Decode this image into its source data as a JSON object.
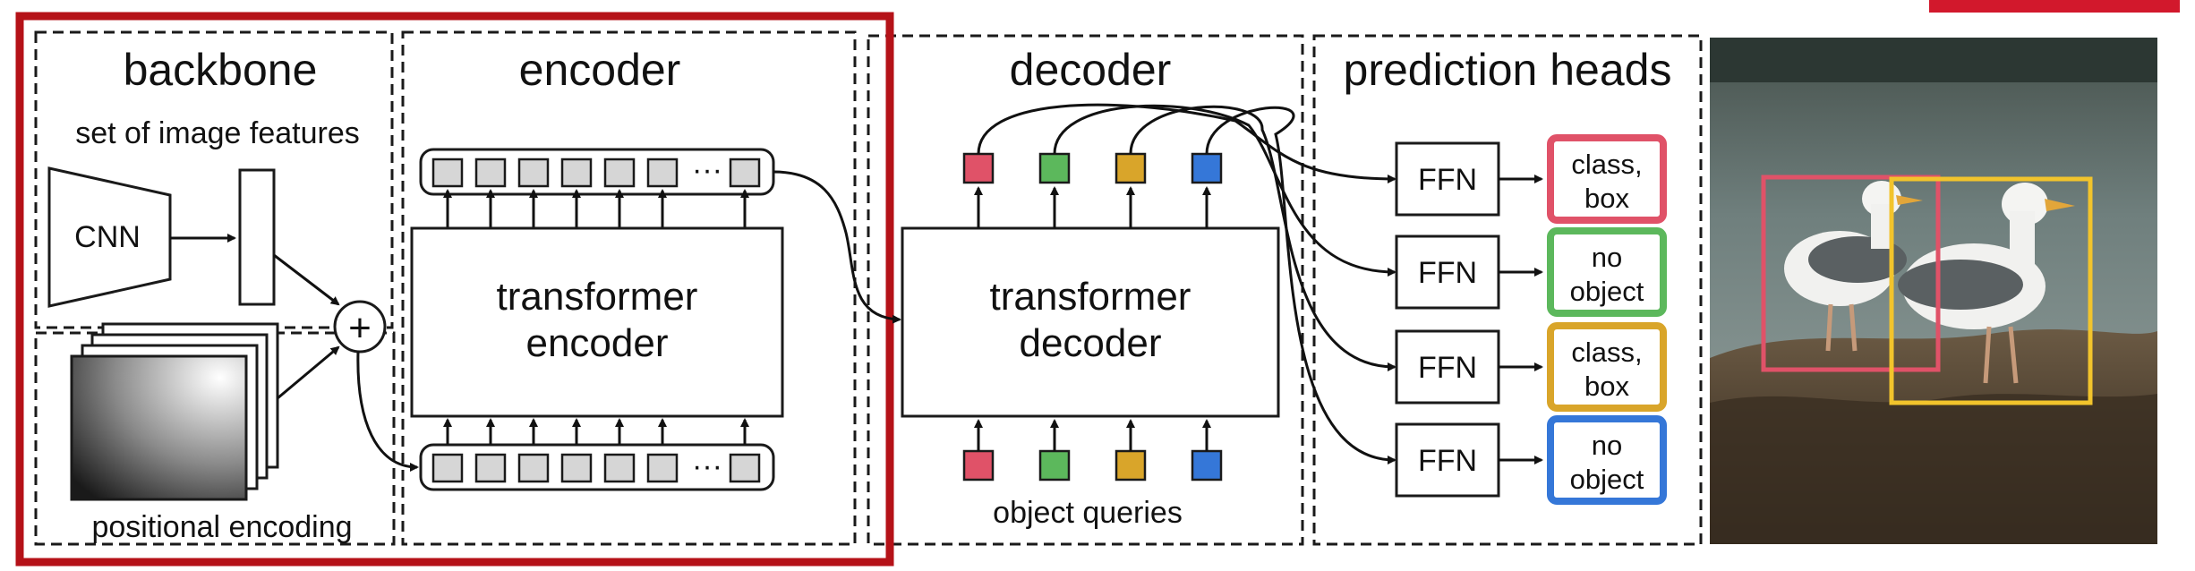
{
  "sections": {
    "backbone": "backbone",
    "encoder": "encoder",
    "decoder": "decoder",
    "prediction_heads": "prediction heads"
  },
  "labels": {
    "image_features": "set of image features",
    "cnn": "CNN",
    "plus": "+",
    "positional_encoding": "positional encoding",
    "encoder_line1": "transformer",
    "encoder_line2": "encoder",
    "decoder_line1": "transformer",
    "decoder_line2": "decoder",
    "ellipsis": "···",
    "object_queries": "object queries"
  },
  "heads": [
    {
      "ffn": "FFN",
      "line1": "class,",
      "line2": "box",
      "color": "#e05268"
    },
    {
      "ffn": "FFN",
      "line1": "no",
      "line2": "object",
      "color": "#5cb85c"
    },
    {
      "ffn": "FFN",
      "line1": "class,",
      "line2": "box",
      "color": "#d9a52a"
    },
    {
      "ffn": "FFN",
      "line1": "no",
      "line2": "object",
      "color": "#3577d8"
    }
  ],
  "query_colors": [
    "#e05268",
    "#5cb85c",
    "#d9a52a",
    "#3577d8"
  ],
  "highlight_color": "#b51218",
  "corner_tab_color": "#d2182c",
  "detections": [
    {
      "color": "#e05268"
    },
    {
      "color": "#f2c42c"
    }
  ]
}
